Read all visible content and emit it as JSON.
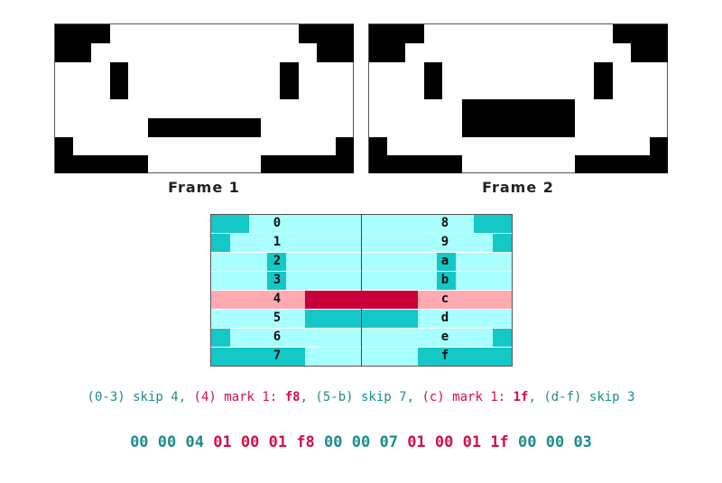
{
  "frames": [
    {
      "caption": "Frame 1"
    },
    {
      "caption": "Frame 2"
    }
  ],
  "colors": {
    "row_light": "#aaffff",
    "row_dark": "#14c8c8",
    "row_changed_light": "#ffaab2",
    "row_changed_dark": "#c8003c",
    "skip_text": "#1a8c8c",
    "mark_text": "#d0104a"
  },
  "rows": [
    {
      "left_label": "0",
      "right_label": "8",
      "changed": false
    },
    {
      "left_label": "1",
      "right_label": "9",
      "changed": false
    },
    {
      "left_label": "2",
      "right_label": "a",
      "changed": false
    },
    {
      "left_label": "3",
      "right_label": "b",
      "changed": false
    },
    {
      "left_label": "4",
      "right_label": "c",
      "changed": true
    },
    {
      "left_label": "5",
      "right_label": "d",
      "changed": false
    },
    {
      "left_label": "6",
      "right_label": "e",
      "changed": false
    },
    {
      "left_label": "7",
      "right_label": "f",
      "changed": false
    }
  ],
  "description": [
    {
      "text": "(0-3) skip 4",
      "kind": "skip"
    },
    {
      "text": ", ",
      "kind": "plain"
    },
    {
      "text": "(4) mark 1: ",
      "kind": "mark"
    },
    {
      "text": "f8",
      "kind": "mark-bold"
    },
    {
      "text": ", ",
      "kind": "plain"
    },
    {
      "text": "(5-b) skip 7",
      "kind": "skip"
    },
    {
      "text": ", ",
      "kind": "plain"
    },
    {
      "text": "(c) mark 1: ",
      "kind": "mark"
    },
    {
      "text": "1f",
      "kind": "mark-bold"
    },
    {
      "text": ", ",
      "kind": "plain"
    },
    {
      "text": "(d-f) skip 3",
      "kind": "skip"
    }
  ],
  "bytes": [
    {
      "text": "00 00 04",
      "kind": "skip"
    },
    {
      "text": "01 00 01 f8",
      "kind": "mark"
    },
    {
      "text": "00 00 07",
      "kind": "skip"
    },
    {
      "text": "01 00 01 1f",
      "kind": "mark"
    },
    {
      "text": "00 00 03",
      "kind": "skip"
    }
  ]
}
